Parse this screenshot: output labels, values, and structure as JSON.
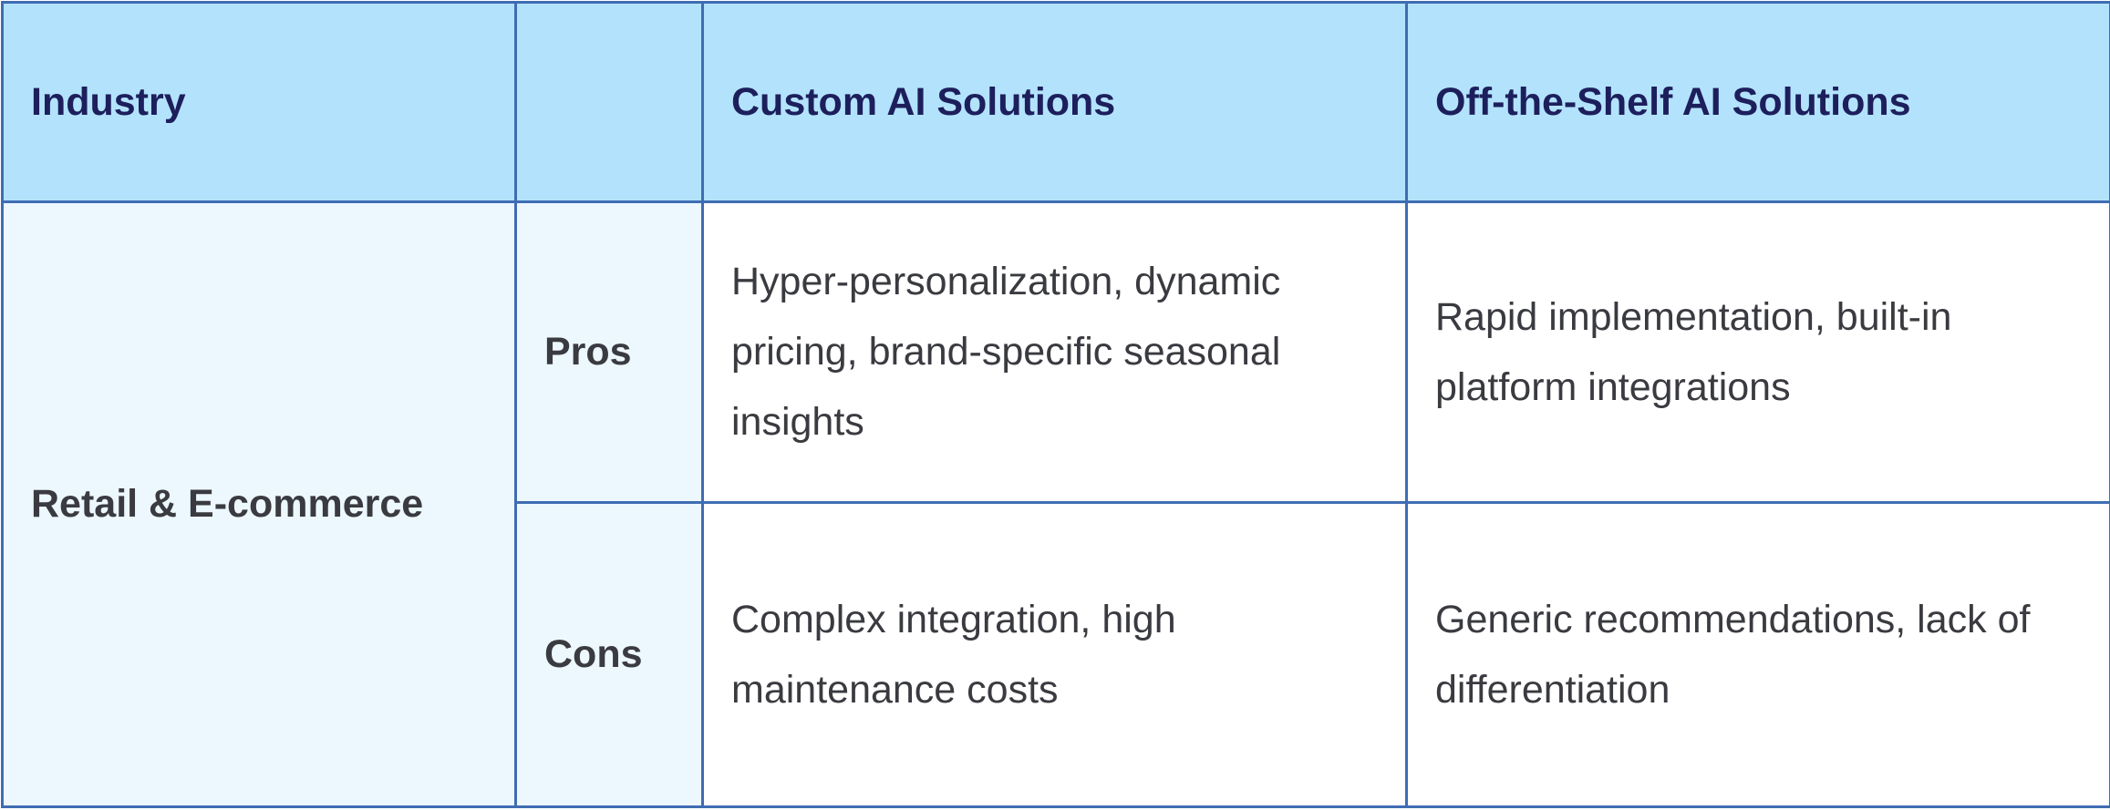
{
  "table": {
    "headers": {
      "industry": "Industry",
      "aspect": "",
      "custom": "Custom AI Solutions",
      "off_the_shelf": "Off-the-Shelf AI Solutions"
    },
    "rows": [
      {
        "industry": "Retail & E-commerce",
        "pros": {
          "label": "Pros",
          "custom": "Hyper-personalization, dynamic pricing, brand-specific seasonal insights",
          "off_the_shelf": "Rapid implementation, built-in platform integrations"
        },
        "cons": {
          "label": "Cons",
          "custom": "Complex integration, high maintenance costs",
          "off_the_shelf": "Generic recommendations, lack of differentiation"
        }
      }
    ]
  },
  "colors": {
    "header_bg": "#b3e3fc",
    "header_text": "#1d1f5c",
    "stub_bg": "#edf8fe",
    "border": "#3f6db3",
    "body_text": "#3a3b40"
  }
}
